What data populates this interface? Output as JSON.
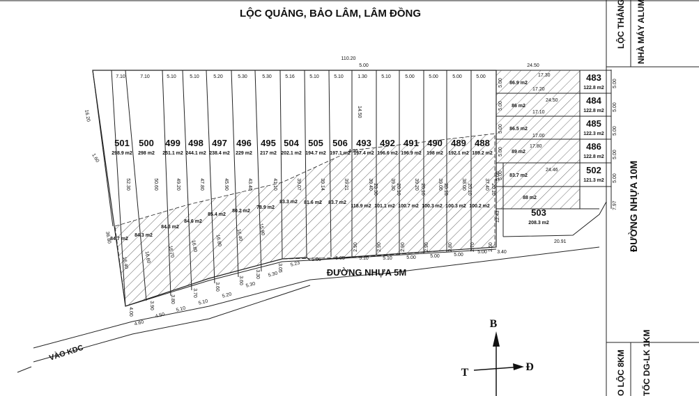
{
  "title": "LỘC QUẢNG, BẢO LÂM, LÂM ĐỒNG",
  "side_labels": {
    "loc_thang": "LỘC THẮNG",
    "nha_may": "NHÀ MÁY ALUM",
    "road_10m": "ĐƯỜNG NHỰA 10M",
    "loc_8km": "O LỘC 8KM",
    "toc_dg": "TỐC DG-LK 1KM"
  },
  "road_5m": "ĐƯỜNG NHỰA 5M",
  "vao_kdc": "VÀO KDC",
  "compass": {
    "north": "B",
    "west": "T",
    "east": "Đ"
  },
  "lots_top": [
    {
      "num": "501",
      "area": "298.9 m2",
      "hatch": "84.7 m2",
      "width": "7.10"
    },
    {
      "num": "500",
      "area": "298 m2",
      "hatch": "84.3 m2",
      "width": "7.10"
    },
    {
      "num": "499",
      "area": "251.1 m2",
      "hatch": "84.3 m2",
      "width": "5.10"
    },
    {
      "num": "498",
      "area": "244.1 m2",
      "hatch": "84.6 m2",
      "width": "5.10"
    },
    {
      "num": "497",
      "area": "238.4 m2",
      "hatch": "85.4 m2",
      "width": "5.20"
    },
    {
      "num": "496",
      "area": "229 m2",
      "hatch": "80.2 m2",
      "width": "5.30"
    },
    {
      "num": "495",
      "area": "217 m2",
      "hatch": "78.9 m2",
      "width": "5.30"
    },
    {
      "num": "504",
      "area": "202.1 m2",
      "hatch": "83.3 m2",
      "width": "5.16"
    },
    {
      "num": "505",
      "area": "194.7 m2",
      "hatch": "81.6 m2",
      "width": "5.10"
    },
    {
      "num": "506",
      "area": "197.1 m2",
      "hatch": "83.7 m2",
      "width": "5.10"
    },
    {
      "num": "493",
      "area": "197.4 m2",
      "hatch": "118.9 m2",
      "width": "1.30"
    },
    {
      "num": "492",
      "area": "196.6 m2",
      "hatch": "101.1 m2",
      "width": "5.10"
    },
    {
      "num": "491",
      "area": "196.9 m2",
      "hatch": "100.7 m2",
      "width": "5.00"
    },
    {
      "num": "490",
      "area": "198 m2",
      "hatch": "100.3 m2",
      "width": "5.00"
    },
    {
      "num": "489",
      "area": "192.1 m2",
      "hatch": "100.3 m2",
      "width": "5.00"
    },
    {
      "num": "488",
      "area": "189.2 m2",
      "hatch": "100.2 m2",
      "width": "5.00"
    }
  ],
  "lots_right": [
    {
      "num": "483",
      "area": "122.8 m2",
      "hatch": "86.9 m2"
    },
    {
      "num": "484",
      "area": "122.8 m2",
      "hatch": "86 m2"
    },
    {
      "num": "485",
      "area": "122.3 m2",
      "hatch": "86.5 m2"
    },
    {
      "num": "486",
      "area": "122.8 m2",
      "hatch": "89 m2"
    },
    {
      "num": "502",
      "area": "121.3 m2",
      "hatch": "83.7 m2"
    },
    {
      "num": "503",
      "area": "208.3 m2",
      "hatch": "88 m2"
    }
  ],
  "top_dims": {
    "total": "110.20",
    "sub": "5.00",
    "right": "24.50"
  },
  "depths": [
    "52.30",
    "50.60",
    "49.20",
    "47.80",
    "45.90",
    "43.40",
    "41.10",
    "39.07",
    "39.14",
    "39.21",
    "39.40",
    "39.30",
    "39.20",
    "39.00",
    "38.00",
    "37.40"
  ],
  "hatch_depths": [
    "16.40",
    "16.60",
    "16.70",
    "16.80",
    "16.80",
    "16.40",
    "15.90"
  ],
  "lower_depths": [
    "23.30",
    "20.10",
    "20.10",
    "20.10",
    "20.10",
    "20.10"
  ],
  "front_widths": [
    "4.00",
    "3.90",
    "3.80",
    "3.70",
    "3.60",
    "3.60",
    "3.30",
    "3.05"
  ],
  "road_widths": [
    "4.60",
    "4.50",
    "5.10",
    "5.10",
    "5.20",
    "5.30",
    "5.30",
    "5.23",
    "5.06",
    "5.05",
    "5.10",
    "5.10",
    "5.00",
    "5.00",
    "5.00",
    "5.00",
    "3.40"
  ],
  "small_front": [
    "2.90",
    "2.90",
    "2.90",
    "2.90",
    "2.80",
    "2.70",
    "2.60"
  ],
  "right_dims": {
    "d1": "17.30",
    "d2": "17.20",
    "d3": "24.50",
    "d4": "17.10",
    "d5": "17.00",
    "d6": "17.80",
    "d7": "24.46",
    "d8": "20.91",
    "d9": "12.43",
    "d10": "5.00",
    "d11": "7.97",
    "d12": "30.00"
  },
  "left_dims": {
    "l1": "16.20",
    "l2": "1.60",
    "l3": "36.80",
    "l4": "14.50",
    "l5": "4.20"
  },
  "right_side_5": [
    "5.00",
    "5.00",
    "5.00",
    "5.00",
    "5.00"
  ]
}
